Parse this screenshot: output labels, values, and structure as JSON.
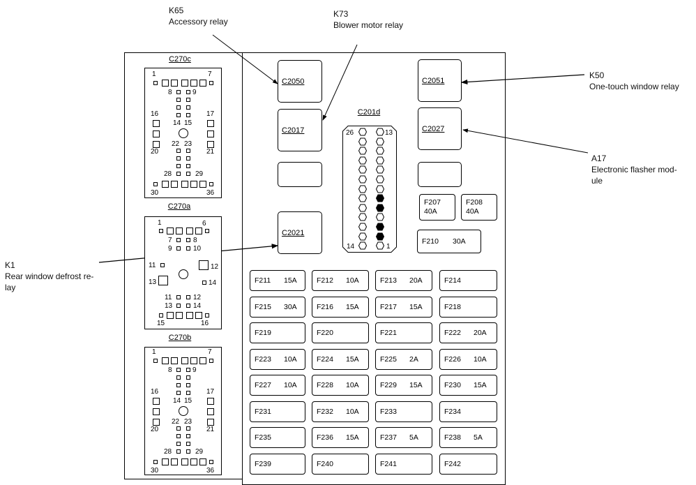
{
  "callouts": [
    {
      "id": "K65",
      "name": "Accessory relay",
      "target": "C2050"
    },
    {
      "id": "K73",
      "name": "Blower motor relay",
      "target": "C2017"
    },
    {
      "id": "K50",
      "name": "One-touch window relay",
      "target": "C2051"
    },
    {
      "id": "A17",
      "name_line1": "Electronic flasher mod-",
      "name_line2": "ule",
      "target": "C2027"
    },
    {
      "id": "K1",
      "name_line1": "Rear window defrost re-",
      "name_line2": "lay",
      "target": "C2021"
    }
  ],
  "connectors": {
    "c270c": {
      "title": "C270c",
      "pins": {
        "p1": "1",
        "p7": "7",
        "p8": "8",
        "p9": "9",
        "p16": "16",
        "p17": "17",
        "p14": "14",
        "p15": "15",
        "p22": "22",
        "p23": "23",
        "p20": "20",
        "p21": "21",
        "p28": "28",
        "p29": "29",
        "p30": "30",
        "p36": "36"
      }
    },
    "c270a": {
      "title": "C270a",
      "pins": {
        "p1": "1",
        "p6": "6",
        "p7": "7",
        "p8": "8",
        "p9": "9",
        "p10": "10",
        "p11": "11",
        "p12": "12",
        "p13": "13",
        "p14": "14",
        "p11b": "11",
        "p12b": "12",
        "p13b": "13",
        "p14b": "14",
        "p15": "15",
        "p16": "16"
      }
    },
    "c270b": {
      "title": "C270b",
      "pins": {
        "p1": "1",
        "p7": "7",
        "p8": "8",
        "p9": "9",
        "p16": "16",
        "p17": "17",
        "p14": "14",
        "p15": "15",
        "p22": "22",
        "p23": "23",
        "p20": "20",
        "p21": "21",
        "p28": "28",
        "p29": "29",
        "p30": "30",
        "p36": "36"
      }
    },
    "c201d": {
      "title": "C201d",
      "pin_top_left": "26",
      "pin_top_right": "13",
      "pin_bottom_left": "14",
      "pin_bottom_right": "1",
      "left_column_filled": [
        false,
        false,
        false,
        false,
        false,
        false,
        false,
        false,
        false,
        false,
        false,
        false,
        false
      ],
      "right_column_filled": [
        false,
        false,
        false,
        false,
        false,
        false,
        false,
        true,
        true,
        false,
        true,
        true,
        false
      ]
    }
  },
  "relays": [
    {
      "label": "C2050"
    },
    {
      "label": "C2017"
    },
    {
      "label": ""
    },
    {
      "label": "C2021"
    },
    {
      "label": "C2051"
    },
    {
      "label": "C2027"
    },
    {
      "label": ""
    }
  ],
  "maxi_fuses": [
    {
      "id": "F207",
      "rating": "40A"
    },
    {
      "id": "F208",
      "rating": "40A"
    },
    {
      "id": "F210",
      "rating": "30A"
    }
  ],
  "fuses": [
    {
      "id": "F211",
      "rating": "15A"
    },
    {
      "id": "F212",
      "rating": "10A"
    },
    {
      "id": "F213",
      "rating": "20A"
    },
    {
      "id": "F214",
      "rating": ""
    },
    {
      "id": "F215",
      "rating": "30A"
    },
    {
      "id": "F216",
      "rating": "15A"
    },
    {
      "id": "F217",
      "rating": "15A"
    },
    {
      "id": "F218",
      "rating": ""
    },
    {
      "id": "F219",
      "rating": ""
    },
    {
      "id": "F220",
      "rating": ""
    },
    {
      "id": "F221",
      "rating": ""
    },
    {
      "id": "F222",
      "rating": "20A"
    },
    {
      "id": "F223",
      "rating": "10A"
    },
    {
      "id": "F224",
      "rating": "15A"
    },
    {
      "id": "F225",
      "rating": "2A"
    },
    {
      "id": "F226",
      "rating": "10A"
    },
    {
      "id": "F227",
      "rating": "10A"
    },
    {
      "id": "F228",
      "rating": "10A"
    },
    {
      "id": "F229",
      "rating": "15A"
    },
    {
      "id": "F230",
      "rating": "15A"
    },
    {
      "id": "F231",
      "rating": ""
    },
    {
      "id": "F232",
      "rating": "10A"
    },
    {
      "id": "F233",
      "rating": ""
    },
    {
      "id": "F234",
      "rating": ""
    },
    {
      "id": "F235",
      "rating": ""
    },
    {
      "id": "F236",
      "rating": "15A"
    },
    {
      "id": "F237",
      "rating": "5A"
    },
    {
      "id": "F238",
      "rating": "5A"
    },
    {
      "id": "F239",
      "rating": ""
    },
    {
      "id": "F240",
      "rating": ""
    },
    {
      "id": "F241",
      "rating": ""
    },
    {
      "id": "F242",
      "rating": ""
    }
  ]
}
